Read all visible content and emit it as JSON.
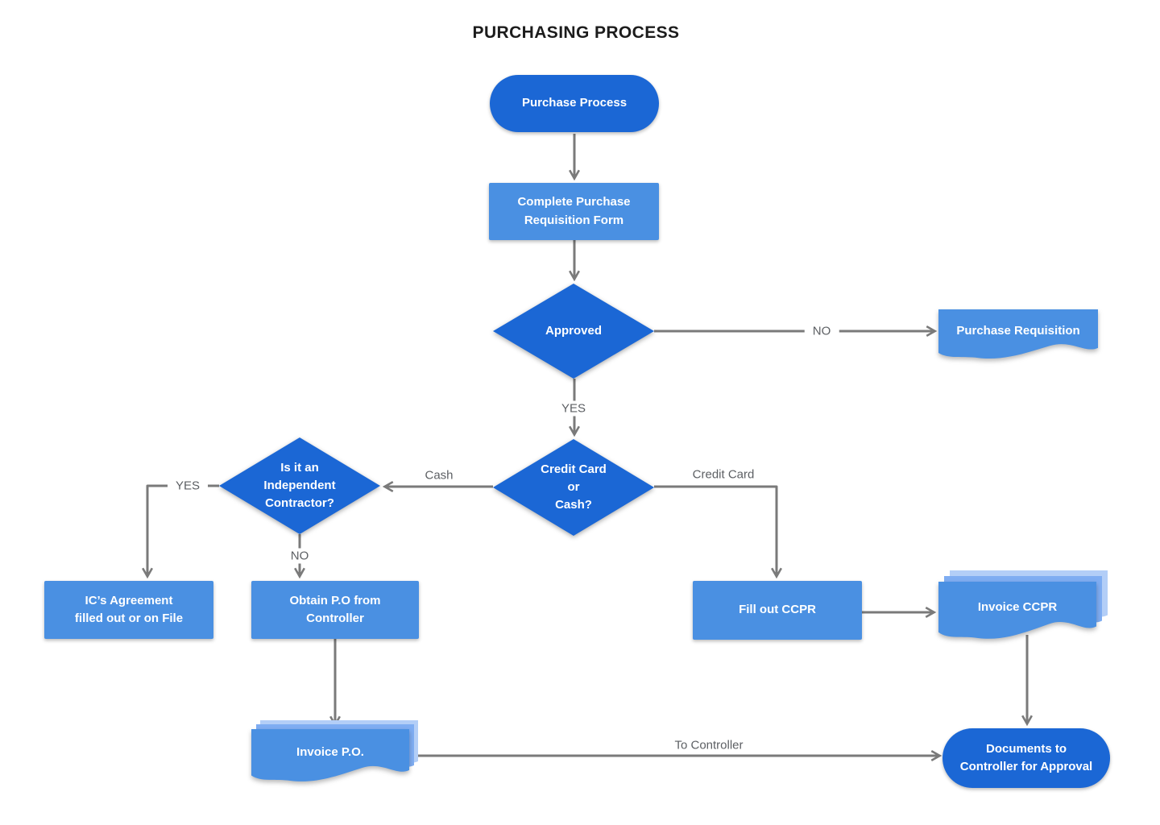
{
  "title": "PURCHASING PROCESS",
  "palette": {
    "node_dark_blue": "#1b67d5",
    "node_light_blue": "#4a90e2",
    "doc_stack_mid_blue": "#7fadf2",
    "doc_stack_light_blue": "#b3cef7",
    "connector_gray": "#7a7a7a",
    "edge_label_gray": "#5c5f63",
    "title_color": "#1c1c1c"
  },
  "nodes": {
    "start": {
      "label": "Purchase Process",
      "shape": "terminator"
    },
    "complete_form": {
      "label": "Complete Purchase\nRequisition Form",
      "shape": "process"
    },
    "approved": {
      "label": "Approved",
      "shape": "decision"
    },
    "purchase_requisition": {
      "label": "Purchase Requisition",
      "shape": "document"
    },
    "credit_or_cash": {
      "label": "Credit Card\nor\nCash?",
      "shape": "decision"
    },
    "independent_contractor": {
      "label": "Is it an\nIndependent\nContractor?",
      "shape": "decision"
    },
    "ic_agreement": {
      "label": "IC’s Agreement\nfilled out or on File",
      "shape": "process"
    },
    "obtain_po": {
      "label": "Obtain P.O from\nController",
      "shape": "process"
    },
    "fill_ccpr": {
      "label": "Fill out CCPR",
      "shape": "process"
    },
    "invoice_ccpr": {
      "label": "Invoice CCPR",
      "shape": "document-stack"
    },
    "invoice_po": {
      "label": "Invoice P.O.",
      "shape": "document-stack"
    },
    "documents_controller": {
      "label": "Documents to\nController for Approval",
      "shape": "terminator"
    }
  },
  "edge_labels": {
    "approved_no": "NO",
    "approved_yes": "YES",
    "cash": "Cash",
    "credit_card": "Credit Card",
    "contractor_yes": "YES",
    "contractor_no": "NO",
    "to_controller": "To Controller"
  }
}
